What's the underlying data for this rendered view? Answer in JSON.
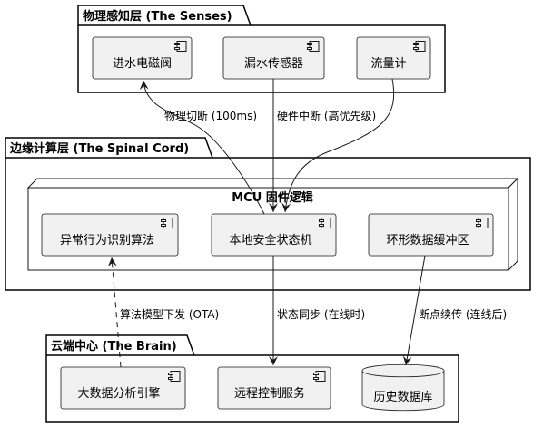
{
  "packages": {
    "senses": {
      "title": "物理感知层 (The Senses)"
    },
    "spinal": {
      "title": "边缘计算层 (The Spinal Cord)"
    },
    "brain": {
      "title": "云端中心 (The Brain)"
    }
  },
  "node": {
    "title": "MCU 固件逻辑"
  },
  "components": {
    "valve": {
      "label": "进水电磁阀"
    },
    "leak": {
      "label": "漏水传感器"
    },
    "flow": {
      "label": "流量计"
    },
    "anomaly": {
      "label": "异常行为识别算法"
    },
    "fsm": {
      "label": "本地安全状态机"
    },
    "ring": {
      "label": "环形数据缓冲区"
    },
    "bigdata": {
      "label": "大数据分析引擎"
    },
    "remote": {
      "label": "远程控制服务"
    },
    "history": {
      "label": "历史数据库"
    }
  },
  "edges": {
    "cutoff": {
      "label": "物理切断 (100ms)"
    },
    "hwint": {
      "label": "硬件中断 (高优先级)"
    },
    "ota": {
      "label": "算法模型下发 (OTA)"
    },
    "sync": {
      "label": "状态同步 (在线时)"
    },
    "resume": {
      "label": "断点续传 (连线后)"
    }
  },
  "colors": {
    "stroke": "#181818",
    "fill": "#f1f1f1",
    "background": "#ffffff"
  }
}
